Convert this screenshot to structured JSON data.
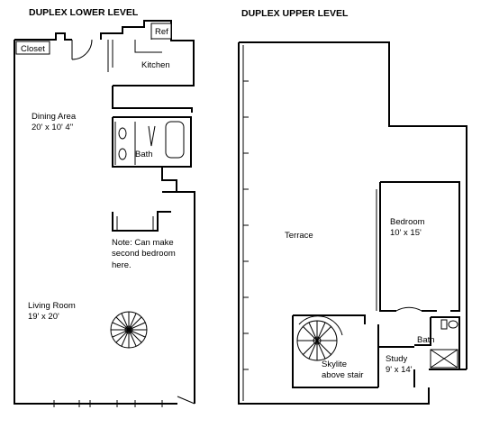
{
  "lower": {
    "title": "DUPLEX LOWER LEVEL",
    "closet": "Closet",
    "ref": "Ref",
    "kitchen": "Kitchen",
    "dining_name": "Dining Area",
    "dining_size": "20' x 10' 4\"",
    "bath": "Bath",
    "note_lines": [
      "Note: Can make",
      "second bedroom",
      "here."
    ],
    "living_name": "Living Room",
    "living_size": "19' x 20'"
  },
  "upper": {
    "title": "DUPLEX UPPER  LEVEL",
    "terrace": "Terrace",
    "bedroom_name": "Bedroom",
    "bedroom_size": "10' x 15'",
    "bath": "Bath",
    "skylite_lines": [
      "Skylite",
      "above stair"
    ],
    "study_name": "Study",
    "study_size": "9' x 14'"
  }
}
